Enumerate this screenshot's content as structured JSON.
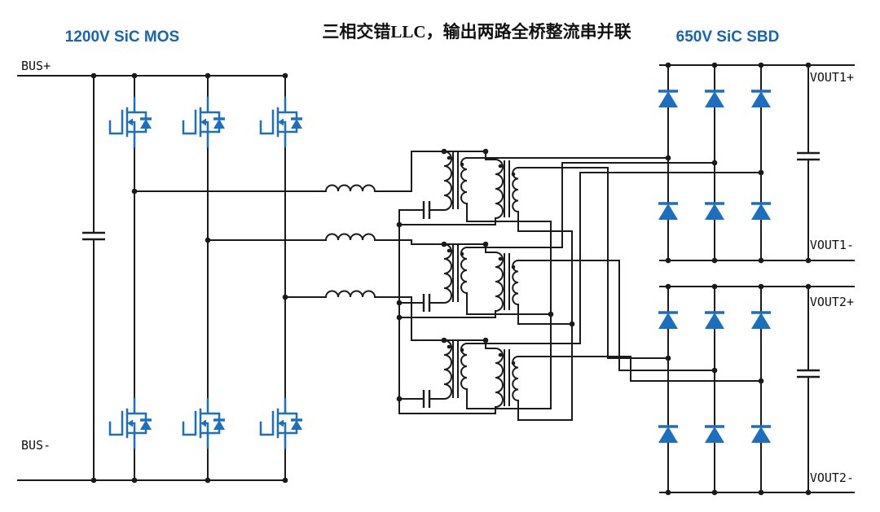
{
  "title": "三相交错LLC，输出两路全桥整流串并联",
  "annotations": {
    "primary_device": "1200V SiC MOS",
    "secondary_device": "650V SiC SBD"
  },
  "terminals": {
    "bus_plus": "BUS+",
    "bus_minus": "BUS-",
    "vout1_plus": "VOUT1+",
    "vout1_minus": "VOUT1-",
    "vout2_plus": "VOUT2+",
    "vout2_minus": "VOUT2-"
  },
  "colors": {
    "component_blue": "#1b6fbe",
    "label_blue": "#1565b0",
    "wire": "#1a1a1a",
    "background": "#ffffff"
  },
  "diagram": {
    "type": "power-electronics-schematic",
    "phase_count": 3,
    "mosfet_count": 6,
    "rectifier_diode_count": 12,
    "transformer_count": 6,
    "resonant_inductor_count": 3,
    "resonant_capacitor_count": 3,
    "output_rail_count": 2
  }
}
